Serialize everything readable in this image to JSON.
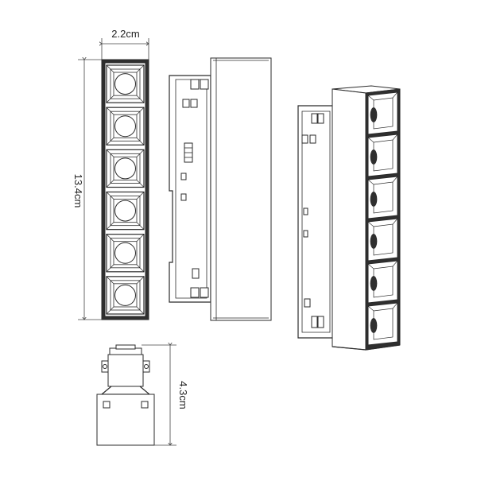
{
  "dimensions": {
    "width_label": "2.2cm",
    "length_label": "13.4cm",
    "height_label": "4.3cm"
  },
  "module": {
    "led_count": 6
  }
}
